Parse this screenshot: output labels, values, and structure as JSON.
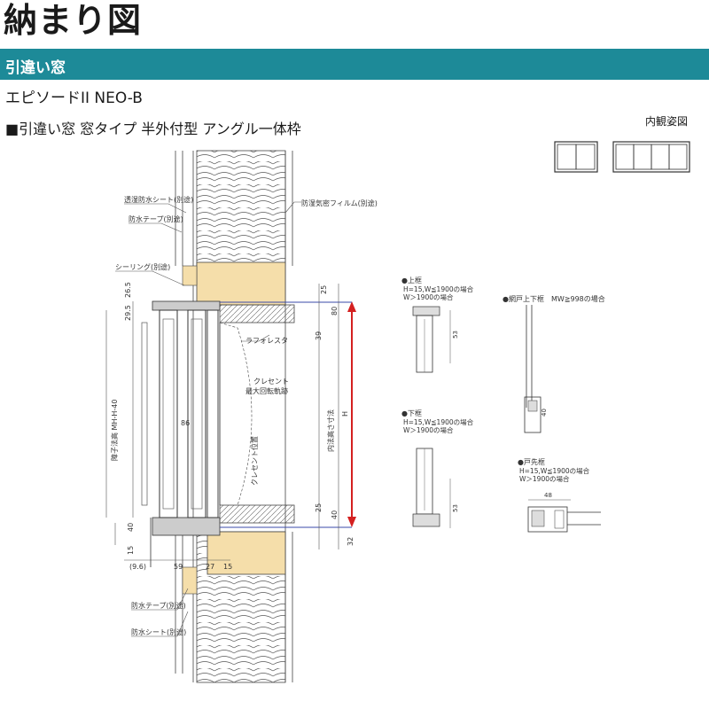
{
  "header": {
    "title": "納まり図",
    "category": "引違い窓",
    "product": "エピソードII NEO-B",
    "subtitle": "■引違い窓 窓タイプ 半外付型 アングル一体枠",
    "interior_view_label": "内観姿図"
  },
  "labels": {
    "breathable_sheet": "透湿防水シート(別途)",
    "tape_top": "防水テープ(別途)",
    "sealing": "シーリング(別途)",
    "vapor_film": "防湿気密フィルム(別途)",
    "lath": "ラフォレスタ",
    "crescent": "クレセント",
    "crescent_max": "最大回転軌跡",
    "crescent_pos": "クレセント位置",
    "sash_height": "障子法高 MH-H-40",
    "opening": "内法高さ寸法",
    "tape_bottom": "防水テープ(別途)",
    "sheet_bottom": "防水シート(別途)"
  },
  "dims": {
    "d26_5": "26.5",
    "d29_5": "29.5",
    "d25_top": "25",
    "d80": "80",
    "d39": "39",
    "dH": "H",
    "d25_bot": "25",
    "d40_bot": "40",
    "d32": "32",
    "d40_left": "40",
    "d15": "15",
    "d9_6": "(9.6)",
    "d59": "59",
    "d27": "27",
    "d15b": "15",
    "d86": "86"
  },
  "details": {
    "top": {
      "title": "●上框",
      "cond1": "H=15,W≦1900の場合",
      "cond2": "W＞1900の場合",
      "dim": "53"
    },
    "right_top": {
      "title": "●網戸上下框　MW≧998の場合",
      "dim": "40"
    },
    "bottom": {
      "title": "●下框",
      "cond1": "H=15,W≦1900の場合",
      "cond2": "W＞1900の場合",
      "dim": "53"
    },
    "side": {
      "title": "●戸先框",
      "cond1": "H=15,W≦1900の場合",
      "cond2": "W＞1900の場合",
      "dim": "48"
    }
  }
}
